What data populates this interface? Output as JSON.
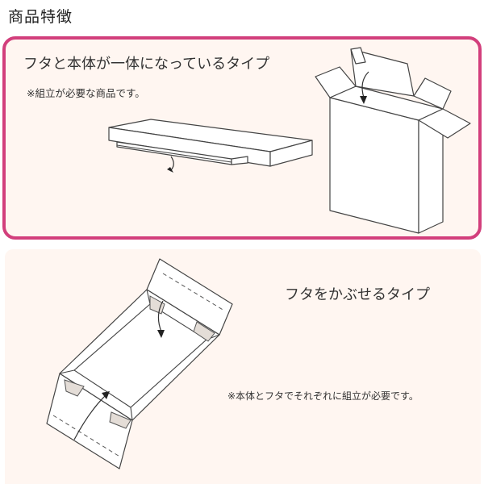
{
  "page_title": "商品特徴",
  "panel_one": {
    "heading": "フタと本体が一体になっているタイプ",
    "note": "※組立が必要な商品です。"
  },
  "panel_two": {
    "heading": "フタをかぶせるタイプ",
    "note": "※本体とフタでそれぞれに組立が必要です。"
  },
  "colors": {
    "accent_border": "#d23f7c",
    "panel_background": "#fff6f1",
    "line": "#444444"
  }
}
